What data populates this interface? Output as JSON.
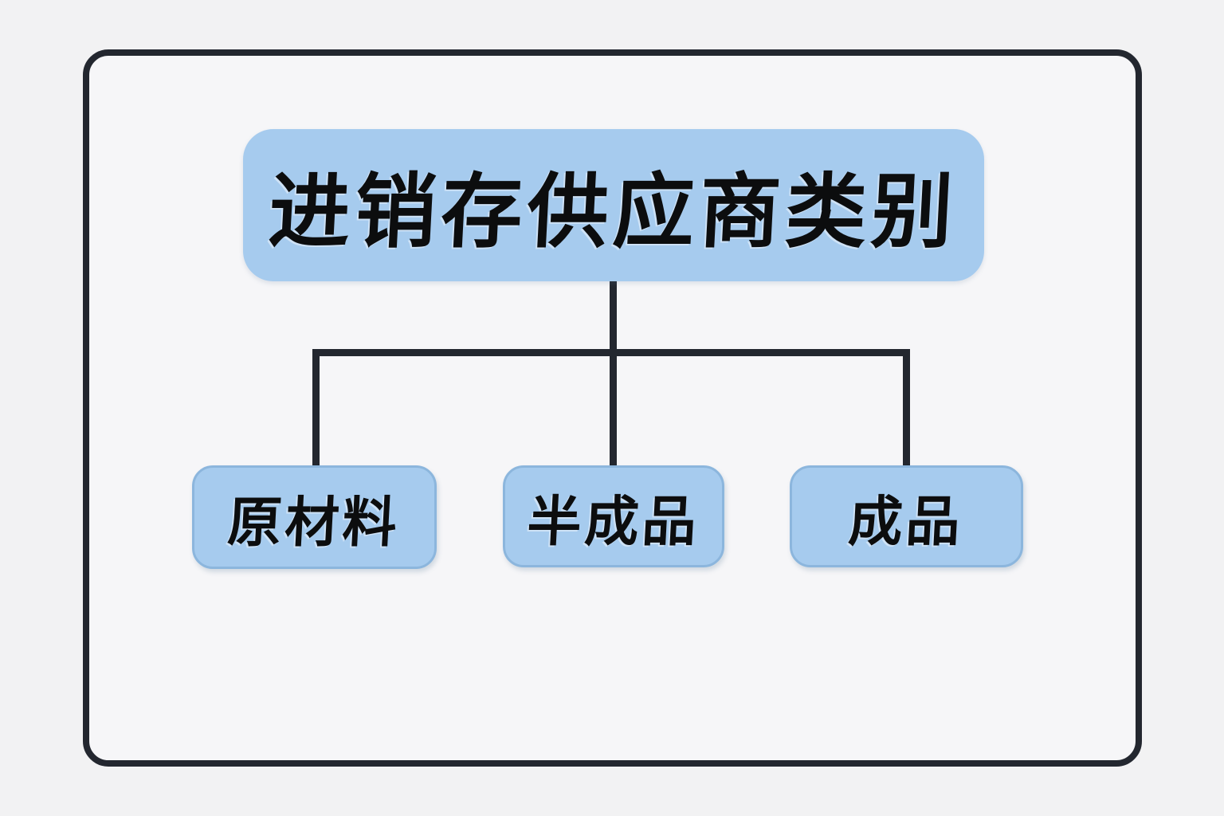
{
  "diagram": {
    "type": "hierarchy-flowchart",
    "title": "进销存供应商类别",
    "children": [
      {
        "label": "原材料"
      },
      {
        "label": "半成品"
      },
      {
        "label": "成品"
      }
    ]
  },
  "colors": {
    "background": "#f2f2f3",
    "frame_border": "#23272f",
    "node_fill": "#a6cbee",
    "node_border": "#8cb6dd",
    "connector_line": "#23272f",
    "text": "#0c0d0e"
  }
}
